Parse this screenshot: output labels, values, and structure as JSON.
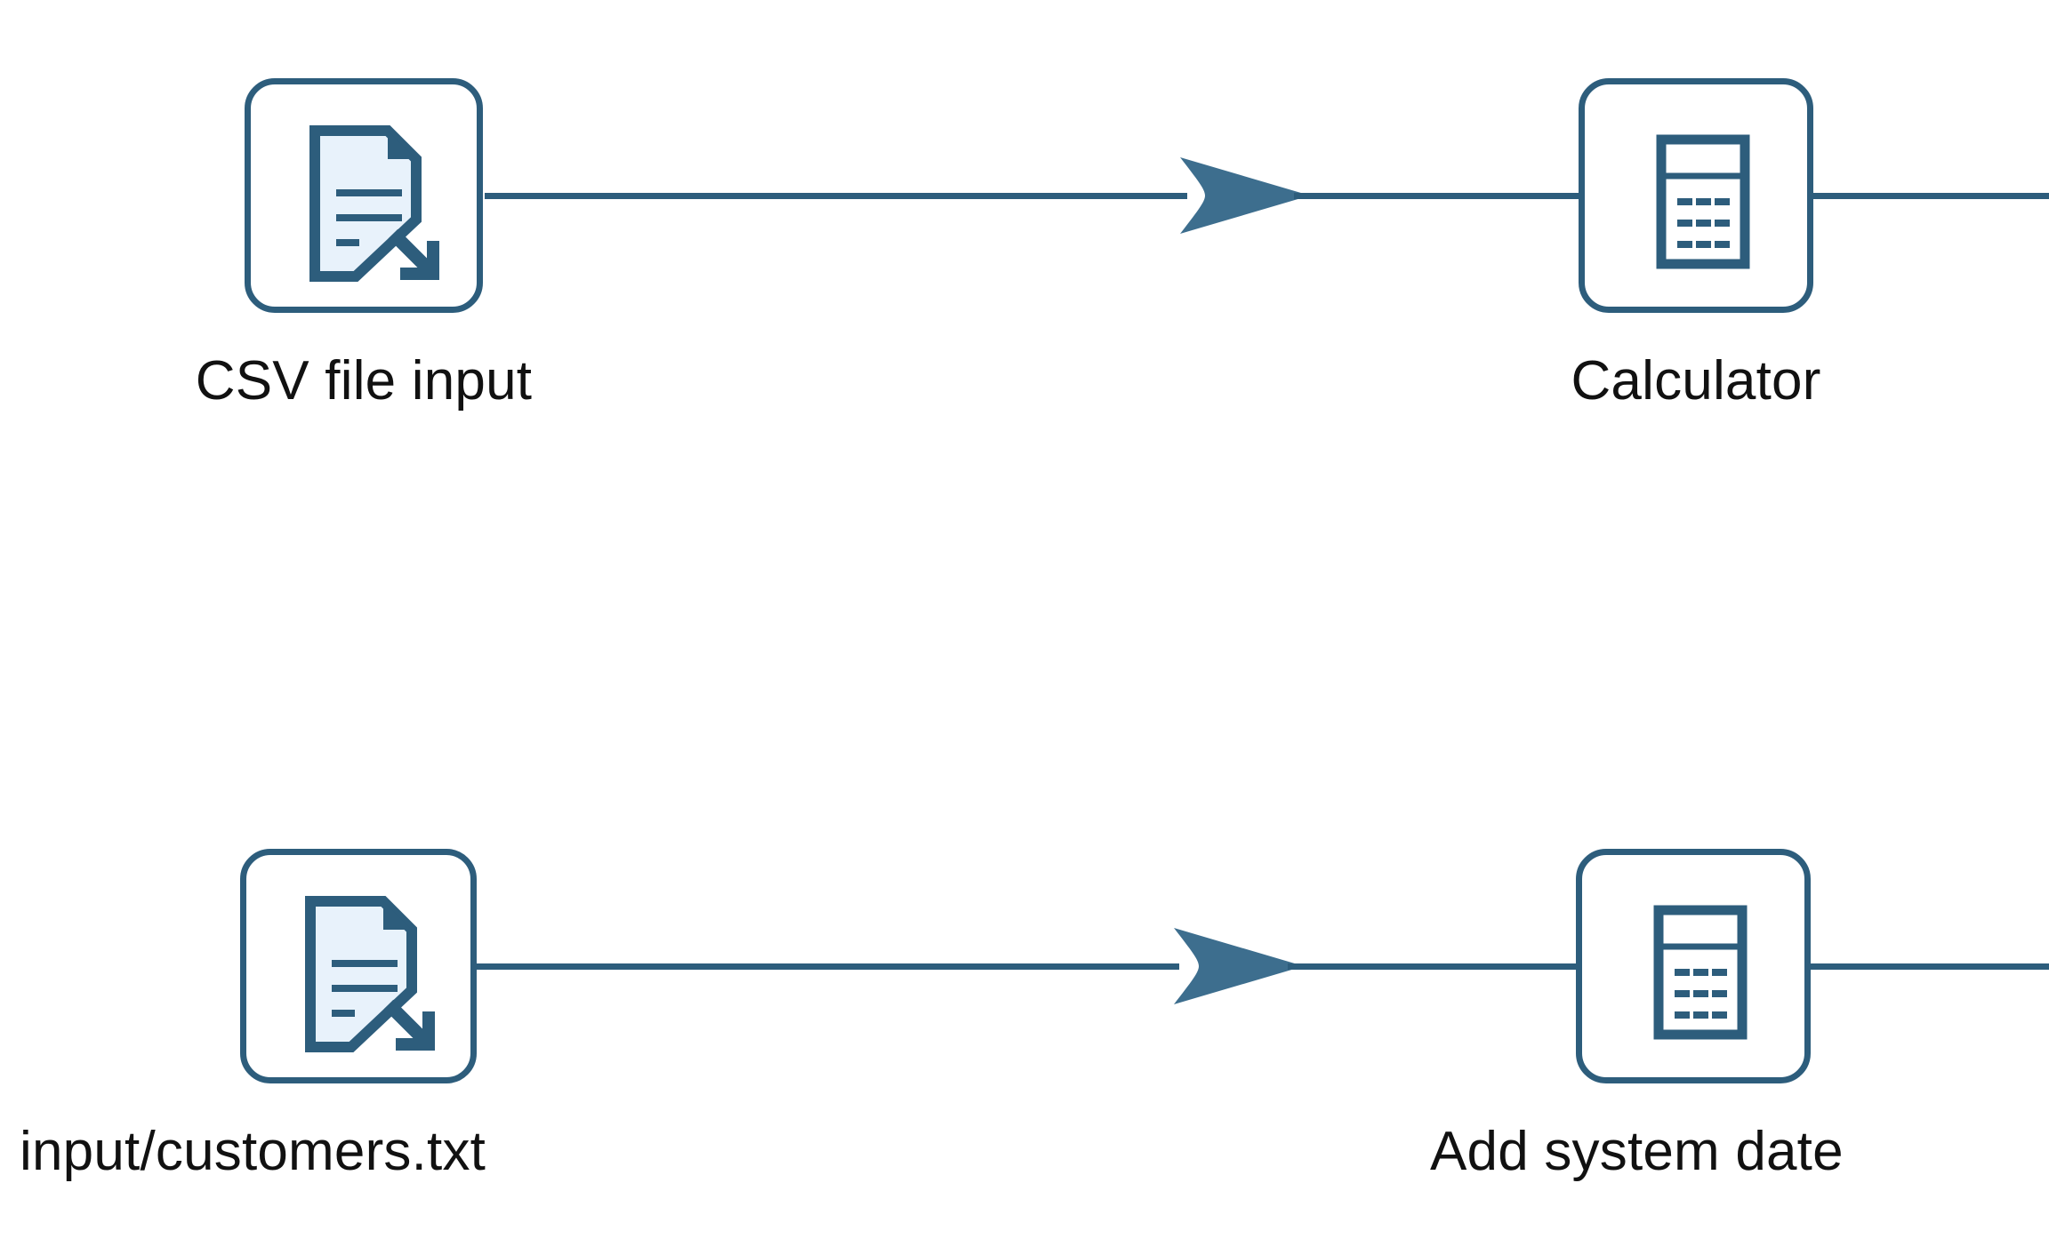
{
  "diagram": {
    "type": "etl-pipeline-flow",
    "background_color": "#ffffff",
    "stroke_color": "#2d5d7c",
    "arrow_color": "#3d6e8e",
    "document_fill_color": "#e8f2fb",
    "label_color": "#111111",
    "rows": [
      {
        "id": "row-top",
        "nodes": [
          {
            "id": "csv-file-input",
            "icon": "document-with-arrow-icon",
            "icon_description": "document page with folded corner, three text lines and a diagonal down-right arrow",
            "label": "CSV file input"
          },
          {
            "id": "calculator",
            "icon": "calculator-icon",
            "icon_description": "calculator with display panel and three-by-three keypad of dashes",
            "label": "Calculator"
          }
        ],
        "connector": {
          "icon": "arrow-right-icon",
          "direction": "right",
          "continues_offscreen": true
        }
      },
      {
        "id": "row-bottom",
        "nodes": [
          {
            "id": "input-customers-txt",
            "icon": "document-with-arrow-icon",
            "icon_description": "document page with folded corner, three text lines and a diagonal down-right arrow",
            "label": "input/customers.txt"
          },
          {
            "id": "add-system-date",
            "icon": "calculator-icon",
            "icon_description": "calculator with display panel and three-by-three keypad of dashes",
            "label": "Add system date"
          }
        ],
        "connector": {
          "icon": "arrow-right-icon",
          "direction": "right",
          "continues_offscreen": true
        }
      }
    ]
  }
}
